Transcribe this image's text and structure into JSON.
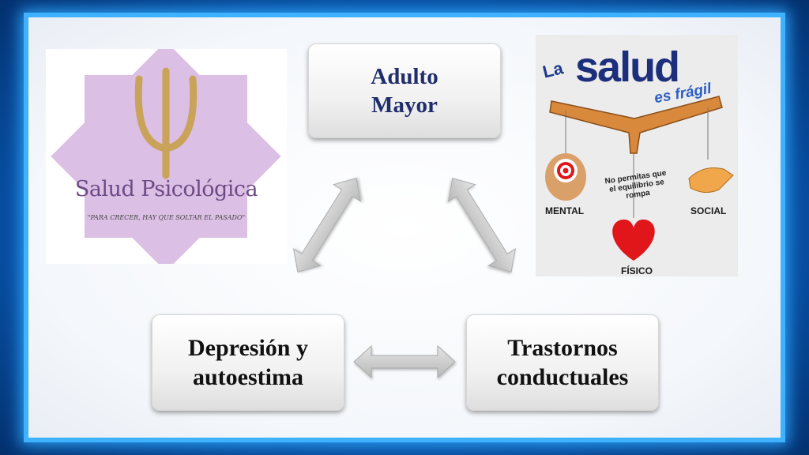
{
  "nodes": {
    "top": "Adulto\nMayor",
    "bottom_left": "Depresión y\nautoestima",
    "bottom_right": "Trastornos\nconductuales"
  },
  "left_image": {
    "title": "Salud Psicológica",
    "slogan": "\"PARA CRECER, HAY QUE SOLTAR EL PASADO\"",
    "symbol": "psi-symbol"
  },
  "right_image": {
    "la": "La",
    "salud": "salud",
    "es_fragil": "es frágil",
    "note": "No permitas que el equilibrio se rompa",
    "mental": "MENTAL",
    "social": "SOCIAL",
    "fisico": "FÍSICO"
  },
  "colors": {
    "border_blue": "#0a5bb8",
    "glow_blue": "#3fb2ff",
    "top_text": "#1f2d6b",
    "psico_purple": "#dbbfe4",
    "psi_gold": "#caa35a",
    "heart_red": "#e0161a"
  }
}
